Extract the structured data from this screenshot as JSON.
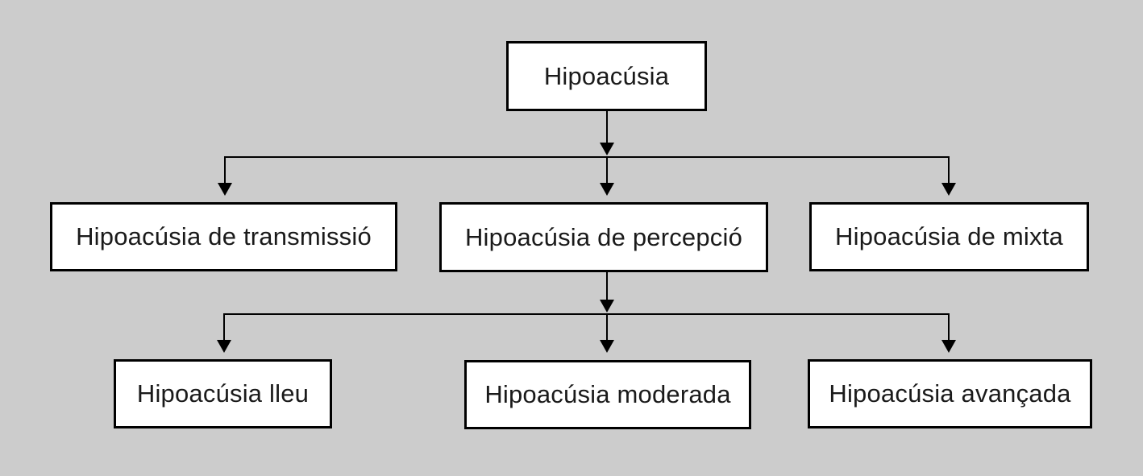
{
  "diagram": {
    "type": "tree",
    "title": "Hipoacúsia classification flowchart",
    "colors": {
      "background": "#cccccc",
      "node_fill": "#ffffff",
      "node_border": "#000000",
      "line": "#000000",
      "text": "#1a1a1a"
    },
    "nodes": {
      "root": {
        "label": "Hipoacúsia"
      },
      "transmissio": {
        "label": "Hipoacúsia de transmissió"
      },
      "percepcio": {
        "label": "Hipoacúsia de percepció"
      },
      "mixta": {
        "label": "Hipoacúsia de mixta"
      },
      "lleu": {
        "label": "Hipoacúsia lleu"
      },
      "moderada": {
        "label": "Hipoacúsia moderada"
      },
      "avancada": {
        "label": "Hipoacúsia avançada"
      }
    },
    "edges": [
      {
        "from": "root",
        "to": [
          "transmissio",
          "percepcio",
          "mixta"
        ]
      },
      {
        "from": "percepcio",
        "to": [
          "lleu",
          "moderada",
          "avancada"
        ]
      }
    ]
  }
}
